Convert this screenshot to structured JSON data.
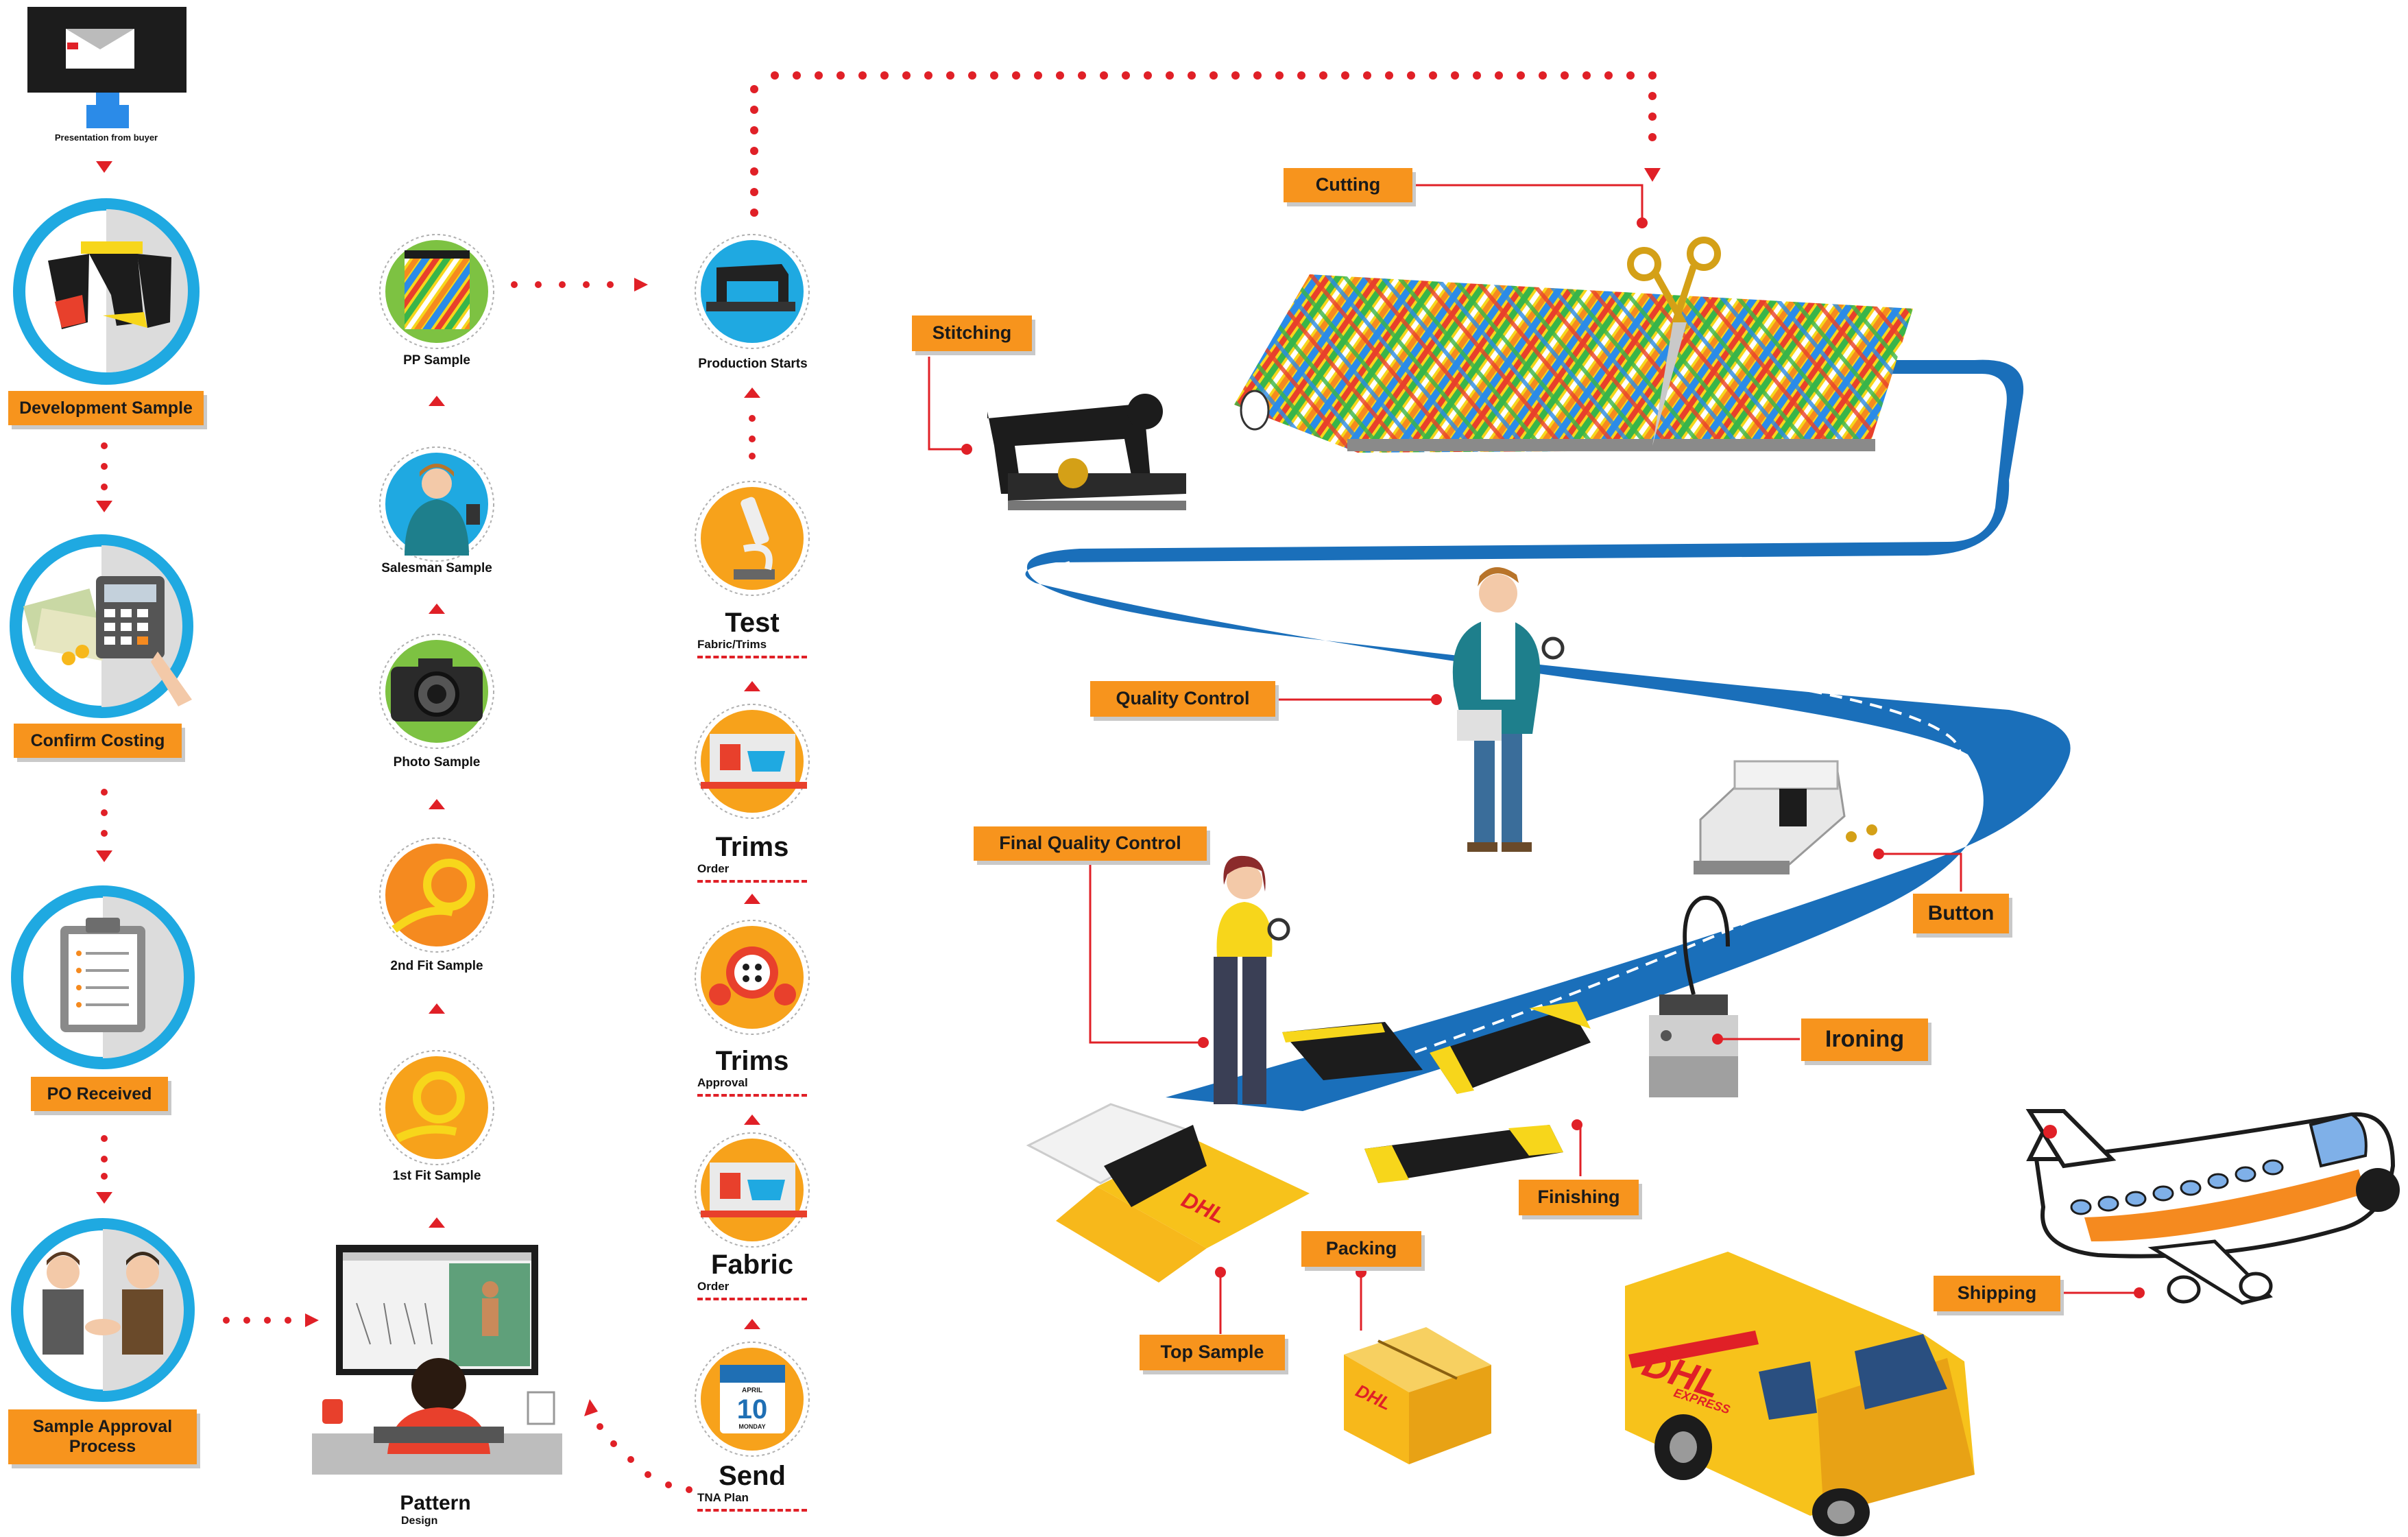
{
  "header": {
    "presentation_label": "Presentation from buyer"
  },
  "left_column": [
    {
      "label": "Development Sample",
      "icon": "shorts-icon"
    },
    {
      "label": "Confirm Costing",
      "icon": "calculator-icon"
    },
    {
      "label": "PO Received",
      "icon": "clipboard-icon"
    },
    {
      "label": "Sample Approval Process",
      "icon": "handshake-icon"
    }
  ],
  "sample_column": [
    {
      "label": "PP Sample",
      "icon": "fabric-icon"
    },
    {
      "label": "Salesman Sample",
      "icon": "salesman-icon"
    },
    {
      "label": "Photo Sample",
      "icon": "camera-icon"
    },
    {
      "label": "2nd Fit Sample",
      "icon": "measuring-tape-icon"
    },
    {
      "label": "1st Fit Sample",
      "icon": "measuring-tape-icon"
    }
  ],
  "pattern": {
    "title": "Pattern",
    "subtitle": "Design"
  },
  "production_column": {
    "start_label": "Production Starts",
    "steps": [
      {
        "title": "Test",
        "subtitle": "Fabric/Trims",
        "icon": "microscope-icon"
      },
      {
        "title": "Trims",
        "subtitle": "Order",
        "icon": "laptop-cart-icon"
      },
      {
        "title": "Trims",
        "subtitle": "Approval",
        "icon": "buttons-icon"
      },
      {
        "title": "Fabric",
        "subtitle": "Order",
        "icon": "laptop-cart-icon"
      },
      {
        "title": "Send",
        "subtitle": "TNA Plan",
        "icon": "calendar-icon"
      }
    ],
    "calendar": {
      "month": "APRIL",
      "day": "10",
      "weekday": "MONDAY"
    }
  },
  "process_tags": {
    "cutting": "Cutting",
    "stitching": "Stitching",
    "quality_control": "Quality Control",
    "final_quality_control": "Final Quality Control",
    "button": "Button",
    "ironing": "Ironing",
    "finishing": "Finishing",
    "packing": "Packing",
    "top_sample": "Top Sample",
    "shipping": "Shipping"
  },
  "brand": {
    "dhl": "DHL",
    "express": "EXPRESS"
  },
  "colors": {
    "accent_orange": "#f7941d",
    "arrow_red": "#e02027",
    "road_blue": "#1a6fba",
    "ring_blue": "#1fa9e1",
    "circle_green": "#7dc242",
    "circle_orange": "#f7a21b"
  }
}
